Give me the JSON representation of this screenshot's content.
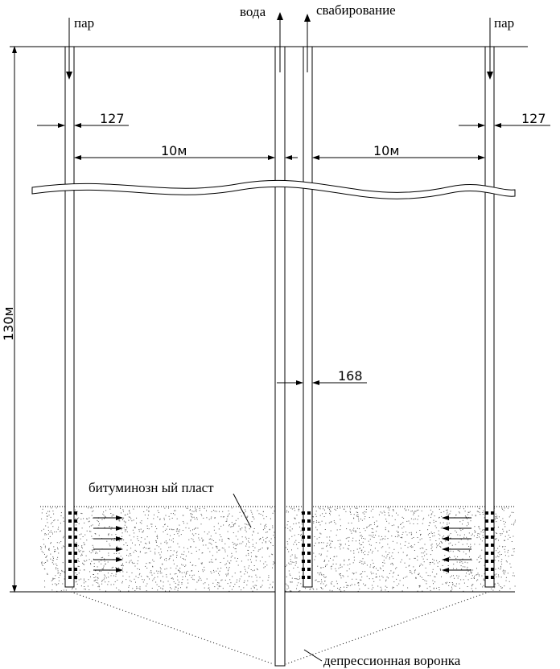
{
  "labels": {
    "steam_left": "пар",
    "steam_right": "пар",
    "water": "вода",
    "swabbing": "свабирование",
    "dim_127_left": "127",
    "dim_127_right": "127",
    "dim_10m_left": "10м",
    "dim_10m_right": "10м",
    "depth": "130м",
    "dim_168": "168",
    "layer": "битуминозн ый пласт",
    "funnel": "депрессионная воронка"
  },
  "colors": {
    "line": "#000000",
    "background": "#ffffff",
    "sand_dots": "#555555"
  }
}
